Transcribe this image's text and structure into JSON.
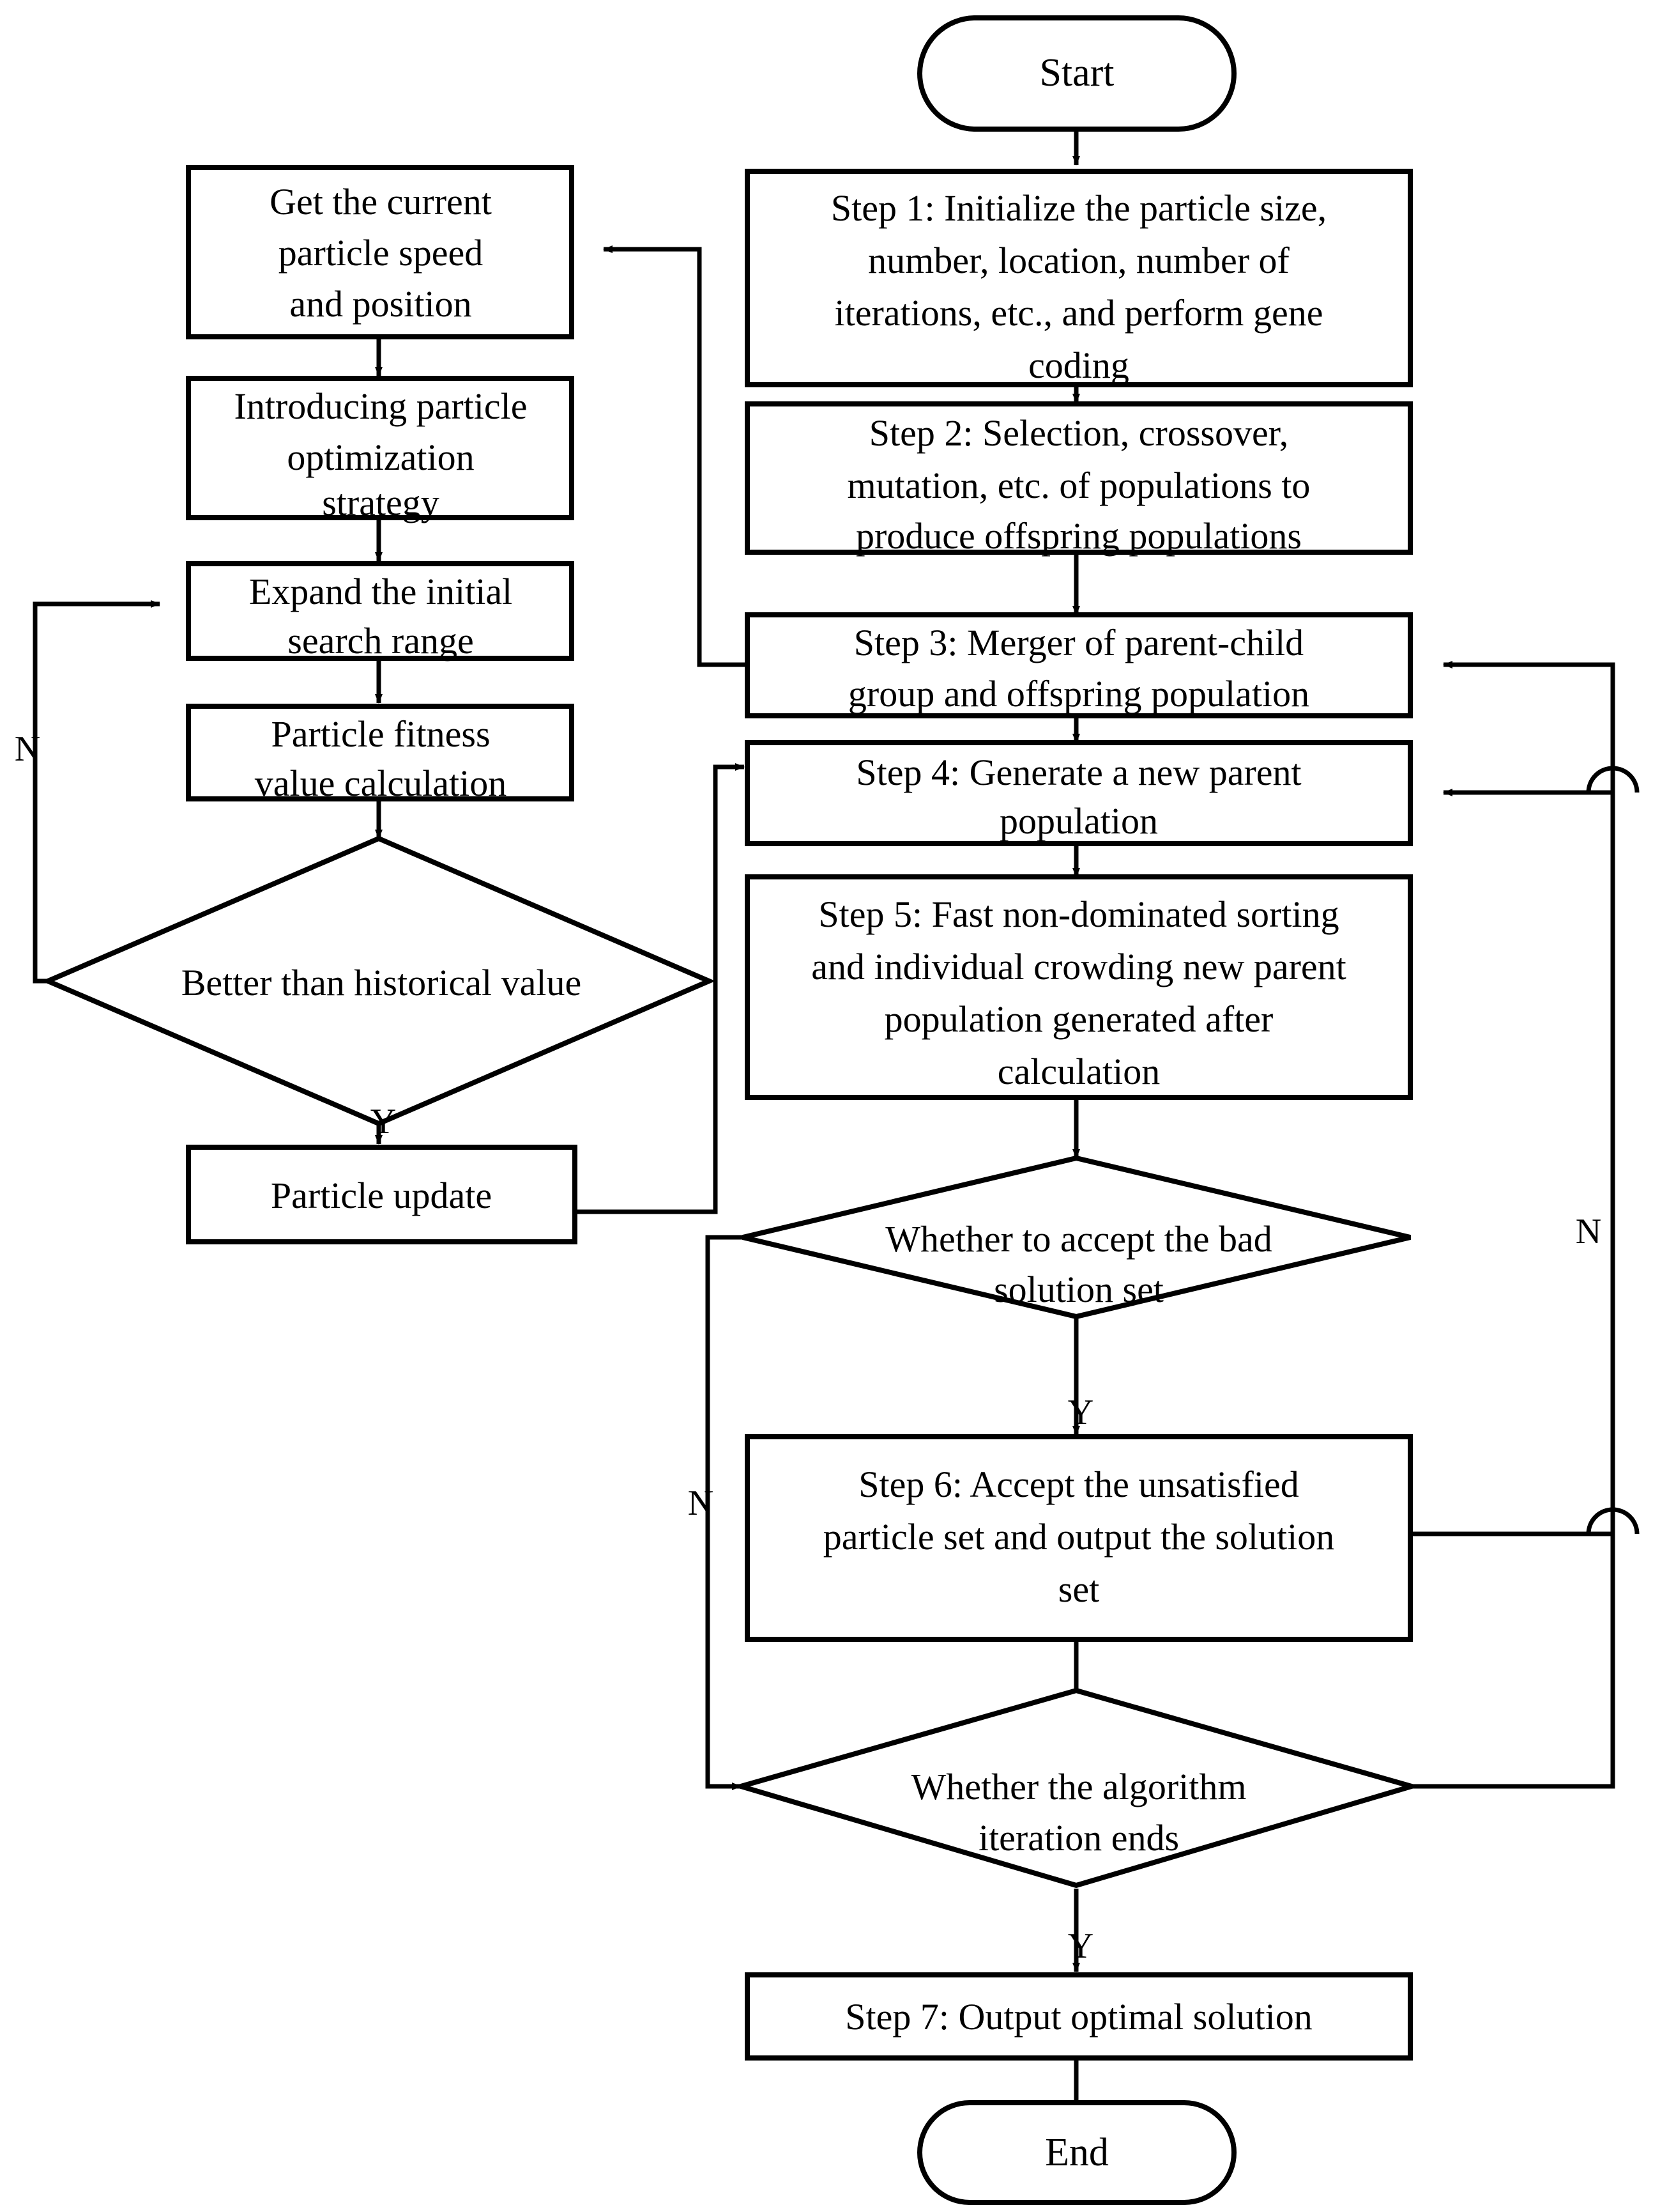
{
  "diagram": {
    "title": "Hybrid NSGA-II / Particle Swarm Optimization Algorithm Flowchart",
    "background": "#ffffff",
    "line_color": "#000000",
    "text_color": "#000000",
    "nodes": {
      "start": {
        "label": "Start",
        "shape": "terminator"
      },
      "step1": {
        "lines": [
          "Step 1: Initialize the particle size,",
          "number, location, number of",
          "iterations, etc., and perform gene",
          "coding"
        ],
        "shape": "process"
      },
      "step2": {
        "lines": [
          "Step 2: Selection, crossover,",
          "mutation, etc. of populations to",
          "produce offspring populations"
        ],
        "shape": "process"
      },
      "step3": {
        "lines": [
          "Step 3: Merger of parent-child",
          "group and offspring population"
        ],
        "shape": "process"
      },
      "step4": {
        "lines": [
          "Step 4: Generate a new parent",
          "population"
        ],
        "shape": "process"
      },
      "step5": {
        "lines": [
          "Step 5: Fast non-dominated sorting",
          "and individual crowding new parent",
          "population generated after",
          "calculation"
        ],
        "shape": "process"
      },
      "decision_bad": {
        "lines": [
          "Whether to accept the bad",
          "solution set"
        ],
        "shape": "decision"
      },
      "step6": {
        "lines": [
          "Step 6: Accept the unsatisfied",
          "particle set and output the solution",
          "set"
        ],
        "shape": "process"
      },
      "decision_iter": {
        "lines": [
          "Whether the algorithm",
          "iteration ends"
        ],
        "shape": "decision"
      },
      "step7": {
        "lines": [
          "Step 7: Output optimal solution"
        ],
        "shape": "process"
      },
      "end": {
        "label": "End",
        "shape": "terminator"
      },
      "get_speed": {
        "lines": [
          "Get the current",
          "particle speed",
          "and position"
        ],
        "shape": "process"
      },
      "introduce": {
        "lines": [
          "Introducing particle",
          "optimization",
          "strategy"
        ],
        "shape": "process"
      },
      "expand": {
        "lines": [
          "Expand the initial",
          "search range"
        ],
        "shape": "process"
      },
      "fitness": {
        "lines": [
          "Particle fitness",
          "value calculation"
        ],
        "shape": "process"
      },
      "decision_better": {
        "lines": [
          "Better than historical value"
        ],
        "shape": "decision"
      },
      "particle_update": {
        "lines": [
          "Particle update"
        ],
        "shape": "process"
      }
    },
    "edge_labels": {
      "better_no": "N",
      "better_yes": "Y",
      "bad_no": "N",
      "bad_yes": "Y",
      "iter_no": "N",
      "iter_yes": "Y"
    }
  }
}
